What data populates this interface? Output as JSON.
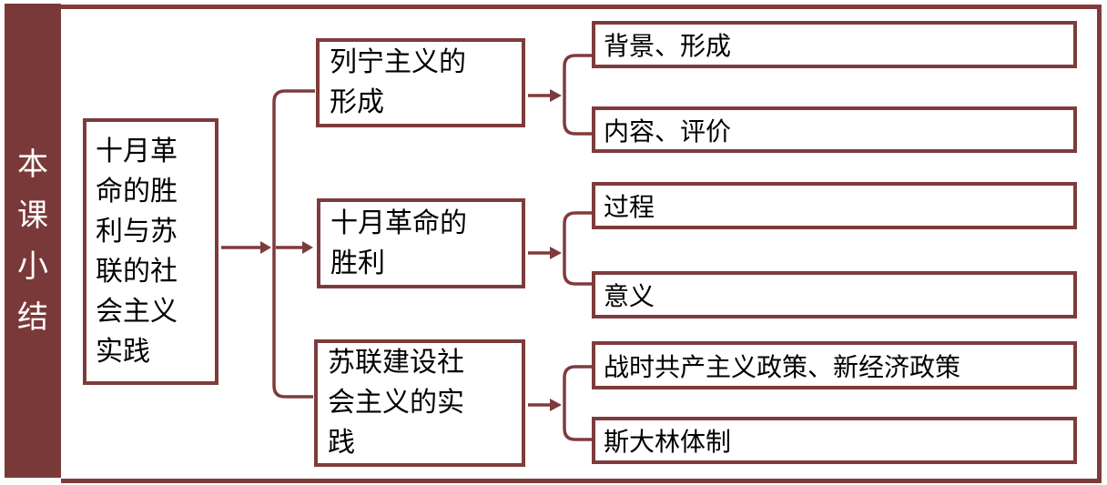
{
  "colors": {
    "accent_maroon": "#7F3B3B",
    "sidebar_fill": "#7A3939",
    "sidebar_text": "#FFFFFF",
    "box_text": "#000000",
    "background": "#FFFFFF"
  },
  "sidebar": {
    "title": "本课小结"
  },
  "root": {
    "label": "十月革\n命的胜\n利与苏\n联的社\n会主义\n实践"
  },
  "branches": [
    {
      "label": "列宁主义的\n形成",
      "children": [
        "背景、形成",
        "内容、评价"
      ]
    },
    {
      "label": "十月革命的\n胜利",
      "children": [
        "过程",
        "意义"
      ]
    },
    {
      "label": "苏联建设社\n会主义的实\n践",
      "children": [
        "战时共产主义政策、新经济政策",
        "斯大林体制"
      ]
    }
  ]
}
